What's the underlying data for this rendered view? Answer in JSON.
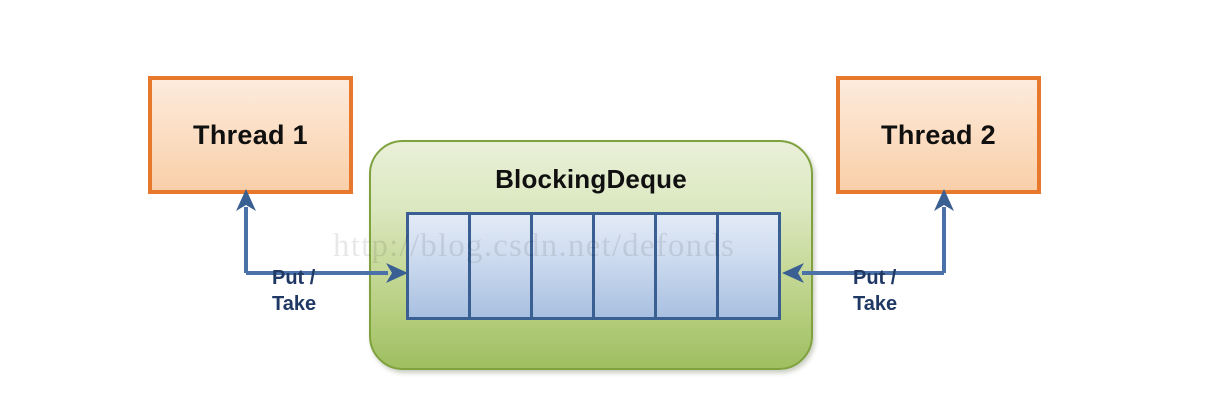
{
  "diagram": {
    "title": "BlockingDeque producer-consumer diagram",
    "watermark": "http://blog.csdn.net/defonds",
    "colors": {
      "thread_border": "#E8782B",
      "thread_fill": "#FBDCC0",
      "deque_border": "#7FA13E",
      "deque_fill_top": "#EAF0D8",
      "deque_fill_bottom": "#9FBF60",
      "cell_border": "#3A5F92",
      "cell_fill_top": "#E2EAF6",
      "cell_fill_bottom": "#A8C0E0",
      "arrow": "#3A5F92",
      "label_text": "#1F3864",
      "heading_text": "#101010"
    }
  },
  "threads": [
    {
      "id": "thread-1",
      "label": "Thread 1"
    },
    {
      "id": "thread-2",
      "label": "Thread 2"
    }
  ],
  "deque": {
    "label": "BlockingDeque",
    "cell_count": 6,
    "cells": [
      "",
      "",
      "",
      "",
      "",
      ""
    ]
  },
  "connectors": [
    {
      "id": "connector-left",
      "label_line1": "Put /",
      "label_line2": "Take",
      "from": "Thread 1",
      "to": "BlockingDeque",
      "direction": "bidirectional"
    },
    {
      "id": "connector-right",
      "label_line1": "Put /",
      "label_line2": "Take",
      "from": "Thread 2",
      "to": "BlockingDeque",
      "direction": "bidirectional"
    }
  ]
}
